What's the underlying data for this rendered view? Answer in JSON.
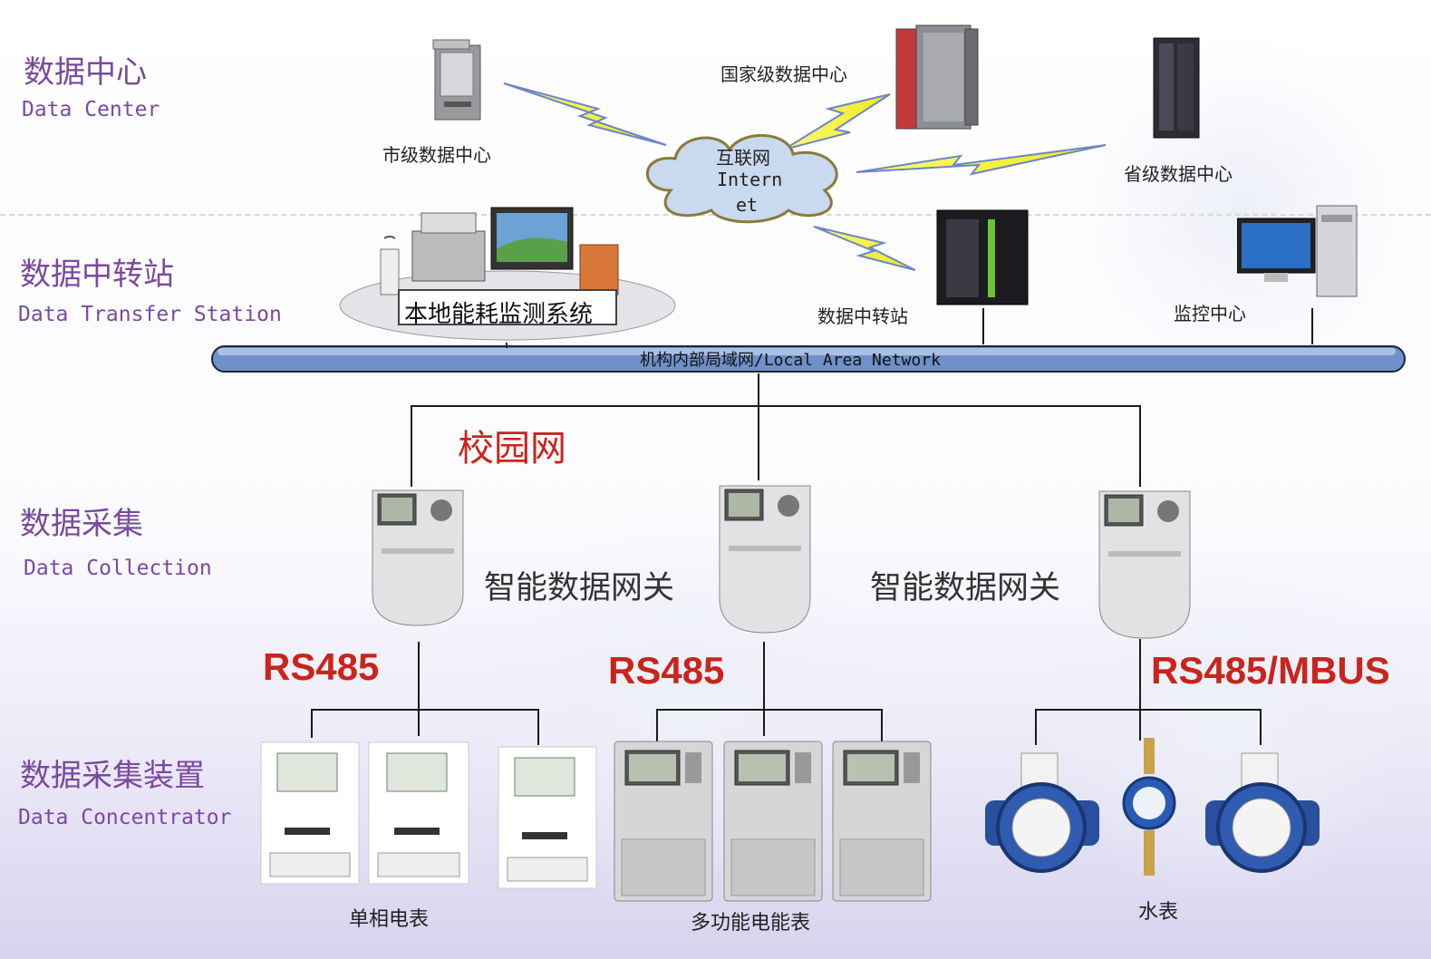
{
  "layers": [
    {
      "zh": "数据中心",
      "en": "Data Center"
    },
    {
      "zh": "数据中转站",
      "en": "Data Transfer Station"
    },
    {
      "zh": "数据采集",
      "en": "Data Collection"
    },
    {
      "zh": "数据采集装置",
      "en": "Data Concentrator"
    }
  ],
  "nodes": {
    "city_center": "市级数据中心",
    "national_center": "国家级数据中心",
    "provincial_center": "省级数据中心",
    "internet_zh": "互联网",
    "internet_en_1": "Intern",
    "internet_en_2": "et",
    "local_system": "本地能耗监测系统",
    "transfer_station": "数据中转站",
    "monitor_center": "监控中心",
    "lan": "机构内部局域网/Local Area Network",
    "campus": "校园网",
    "gateway_1": "智能数据网关",
    "gateway_2": "智能数据网关"
  },
  "buses": {
    "left": "RS485",
    "middle": "RS485",
    "right": "RS485/MBUS"
  },
  "devices": {
    "single_phase": "单相电表",
    "multi_function": "多功能电能表",
    "water": "水表"
  },
  "colors": {
    "layer_text": "#7a4a9e",
    "bus_red": "#c8251d",
    "lan_blue": "#6f90c8",
    "cloud": "#c9d9ef",
    "lightning": "#f2f02a"
  }
}
